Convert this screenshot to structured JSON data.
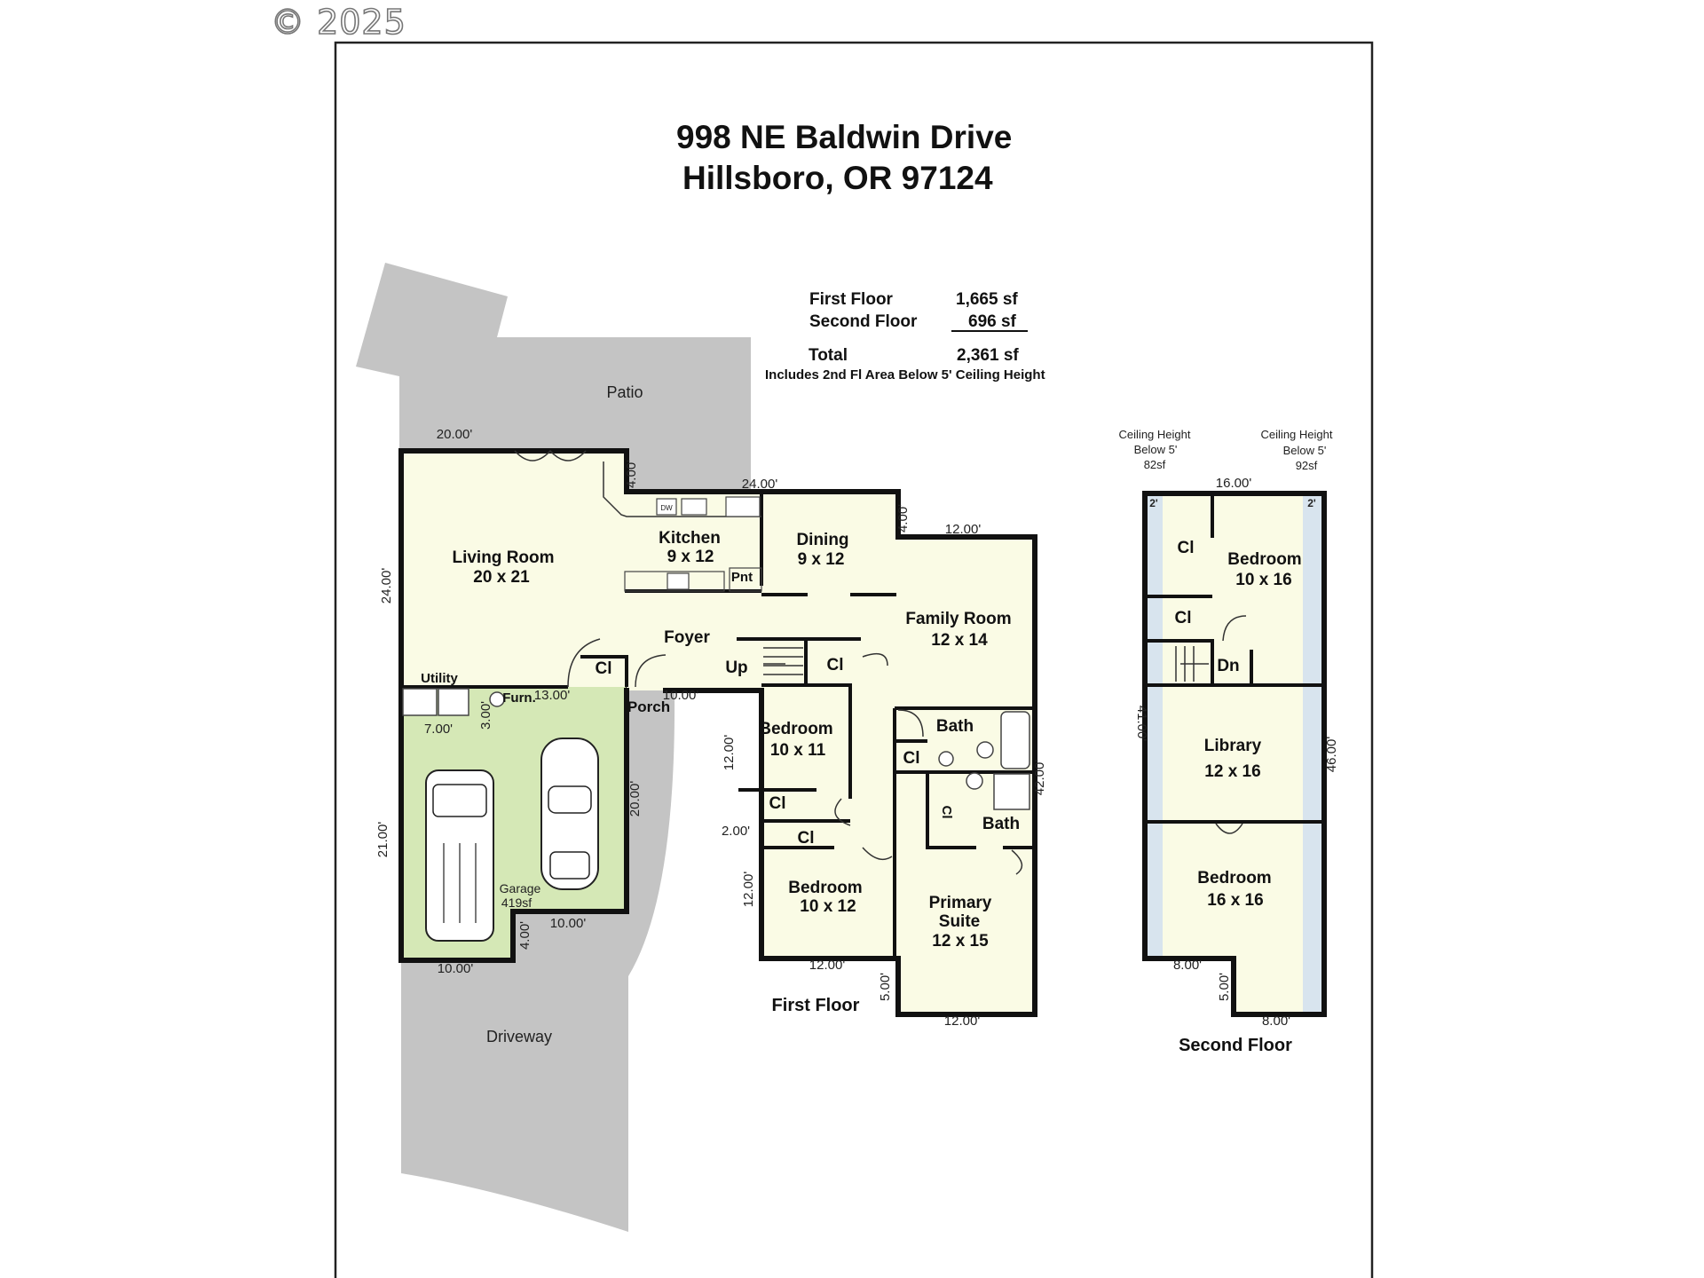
{
  "watermark": "© 2025",
  "address": {
    "line1": "998 NE Baldwin Drive",
    "line2": "Hillsboro, OR 97124"
  },
  "area_table": {
    "first_floor_label": "First Floor",
    "first_floor_value": "1,665 sf",
    "second_floor_label": "Second Floor",
    "second_floor_value": "696 sf",
    "total_label": "Total",
    "total_value": "2,361 sf",
    "note": "Includes 2nd Fl Area Below 5' Ceiling Height"
  },
  "first_floor": {
    "caption": "First Floor",
    "outdoor": {
      "patio": "Patio",
      "driveway": "Driveway",
      "porch": "Porch"
    },
    "rooms": {
      "living_name": "Living Room",
      "living_size": "20 x 21",
      "kitchen_name": "Kitchen",
      "kitchen_size": "9 x 12",
      "dining_name": "Dining",
      "dining_size": "9 x 12",
      "family_name": "Family Room",
      "family_size": "12 x 14",
      "foyer": "Foyer",
      "up": "Up",
      "pantry": "Pnt",
      "closet": "Cl",
      "utility": "Utility",
      "furnace": "Furn.",
      "garage_name": "Garage",
      "garage_area": "419sf",
      "bedroom_a_name": "Bedroom",
      "bedroom_a_size": "10 x 11",
      "bedroom_b_name": "Bedroom",
      "bedroom_b_size": "10 x 12",
      "bath": "Bath",
      "primary_line1": "Primary",
      "primary_line2": "Suite",
      "primary_size": "12 x 15",
      "dw": "DW"
    },
    "dimensions": {
      "living_top": "20.00'",
      "living_left": "24.00'",
      "kitchen_jog": "4.00'",
      "kitchen_top": "24.00'",
      "dining_jog": "4.00'",
      "family_top": "12.00'",
      "utility_w": "7.00'",
      "utility_h": "3.00'",
      "garage_top": "13.00'",
      "porch_w": "10.00'",
      "garage_left": "21.00'",
      "garage_right": "20.00'",
      "garage_jog": "4.00'",
      "garage_bottom_right": "10.00'",
      "garage_bottom": "10.00'",
      "bedroom_a_left": "12.00'",
      "hall_jog": "2.00'",
      "bedroom_b_left": "12.00'",
      "bedroom_b_bottom": "12.00'",
      "primary_jog": "5.00'",
      "primary_bottom": "12.00'",
      "right_side": "42.00'"
    }
  },
  "second_floor": {
    "caption": "Second Floor",
    "ceiling_left": {
      "line1": "Ceiling Height",
      "line2": "Below 5'",
      "line3": "82sf"
    },
    "ceiling_right": {
      "line1": "Ceiling Height",
      "line2": "Below 5'",
      "line3": "92sf"
    },
    "rooms": {
      "bedroom_top_name": "Bedroom",
      "bedroom_top_size": "10 x 16",
      "closet": "Cl",
      "down": "Dn",
      "library_name": "Library",
      "library_size": "12 x 16",
      "bedroom_bottom_name": "Bedroom",
      "bedroom_bottom_size": "16 x 16",
      "two_ft": "2'"
    },
    "dimensions": {
      "top": "16.00'",
      "left": "41.00'",
      "right": "46.00'",
      "bottom_left": "8.00'",
      "jog": "5.00'",
      "bottom_right": "8.00'"
    }
  },
  "colors": {
    "outdoor": "#c4c4c4",
    "interior": "#fafbe5",
    "garage": "#d5e8b6",
    "low_ceiling": "#d8e4ee",
    "wall": "#111111"
  }
}
